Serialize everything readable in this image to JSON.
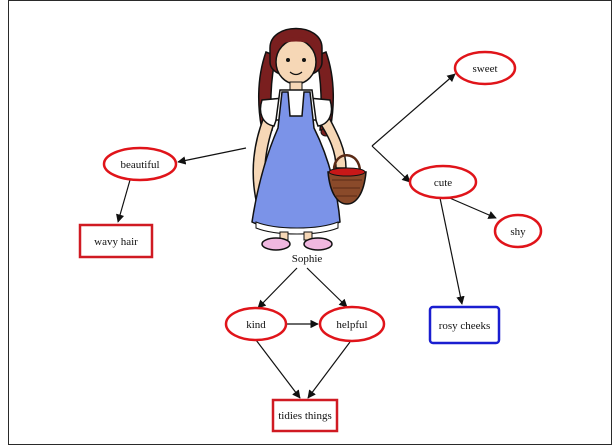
{
  "diagram": {
    "center": {
      "label": "Sophie",
      "icon": "girl-illustration-icon"
    },
    "nodes": {
      "beautiful": "beautiful",
      "wavy_hair": "wavy hair",
      "sweet": "sweet",
      "cute": "cute",
      "shy": "shy",
      "rosy_cheeks": "rosy cheeks",
      "kind": "kind",
      "helpful": "helpful",
      "tidies_things": "tidies things"
    },
    "colors": {
      "ellipse_stroke": "#e0141a",
      "box_stroke_red": "#d01a22",
      "box_stroke_blue": "#1a1ed0",
      "dress": "#7b93e8",
      "hair": "#7a1f1f",
      "basket": "#8a4a2a",
      "shoes": "#f0b8e0"
    }
  }
}
